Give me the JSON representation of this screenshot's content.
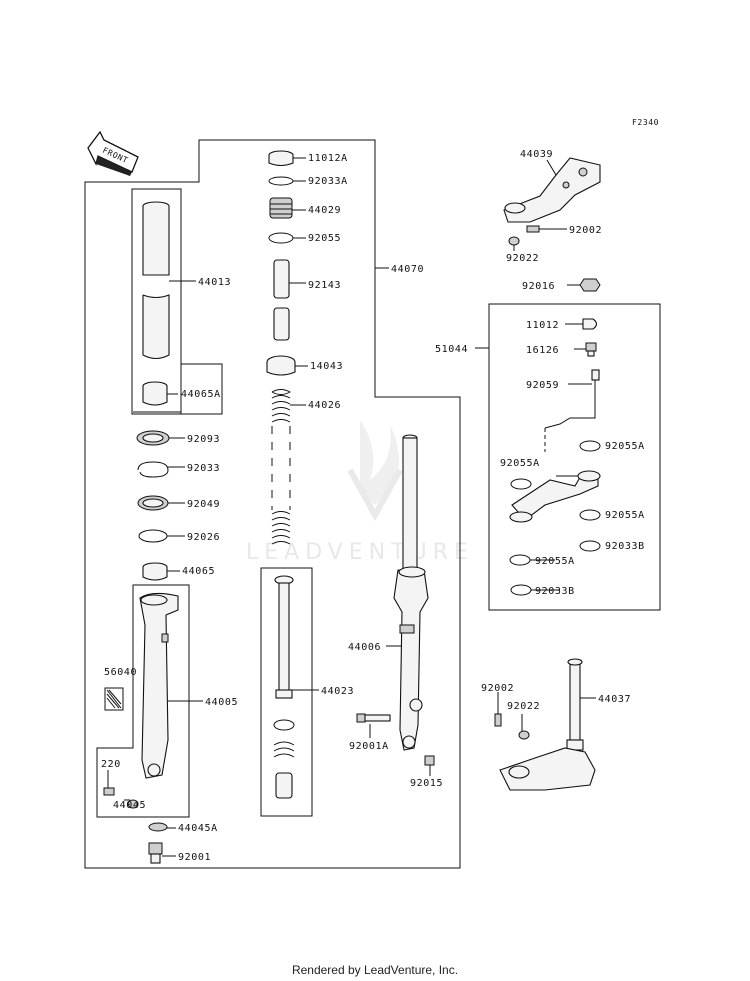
{
  "diagram_code": "F2340",
  "front_label": "FRONT",
  "watermark": "LEADVENTURE",
  "footer": "Rendered by LeadVenture, Inc.",
  "parts": {
    "p11012A": "11012A",
    "p92033A": "92033A",
    "p44029": "44029",
    "p92055": "92055",
    "p92143": "92143",
    "p14043": "14043",
    "p44026": "44026",
    "p44070": "44070",
    "p44013": "44013",
    "p44065A": "44065A",
    "p92093": "92093",
    "p92033": "92033",
    "p92049": "92049",
    "p92026": "92026",
    "p44065": "44065",
    "p56040": "56040",
    "p44005": "44005",
    "p220": "220",
    "p44045": "44045",
    "p44045A": "44045A",
    "p92001": "92001",
    "p44023": "44023",
    "p44006": "44006",
    "p92001A": "92001A",
    "p92015": "92015",
    "p44039": "44039",
    "p92002_top": "92002",
    "p92022_top": "92022",
    "p92016": "92016",
    "p51044": "51044",
    "p11012": "11012",
    "p16126": "16126",
    "p92059": "92059",
    "p92055A_1": "92055A",
    "p92055A_2": "92055A",
    "p92055A_3": "92055A",
    "p92055A_4": "92055A",
    "p92033B_1": "92033B",
    "p92033B_2": "92033B",
    "p92002_bot": "92002",
    "p92022_bot": "92022",
    "p44037": "44037"
  }
}
